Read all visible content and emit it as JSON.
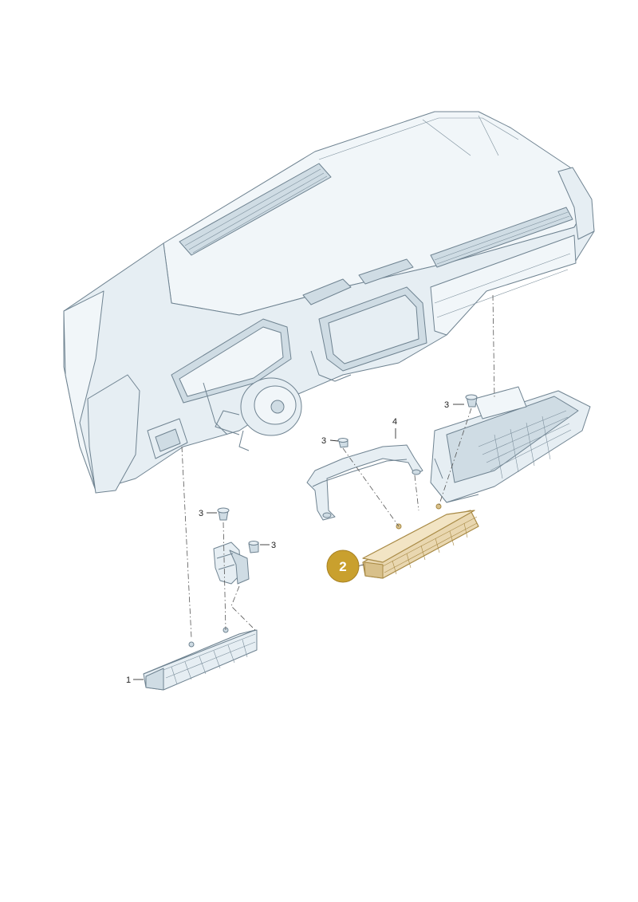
{
  "labels": {
    "part1": "1",
    "part2": "2",
    "part3a": "3",
    "part3b": "3",
    "part3c": "3",
    "part3d": "3",
    "part4": "4"
  },
  "colors": {
    "line": "#6f8391",
    "fill": "#e6eef3",
    "highlight": "#e9d7b0",
    "callout": "#c9a02e"
  }
}
